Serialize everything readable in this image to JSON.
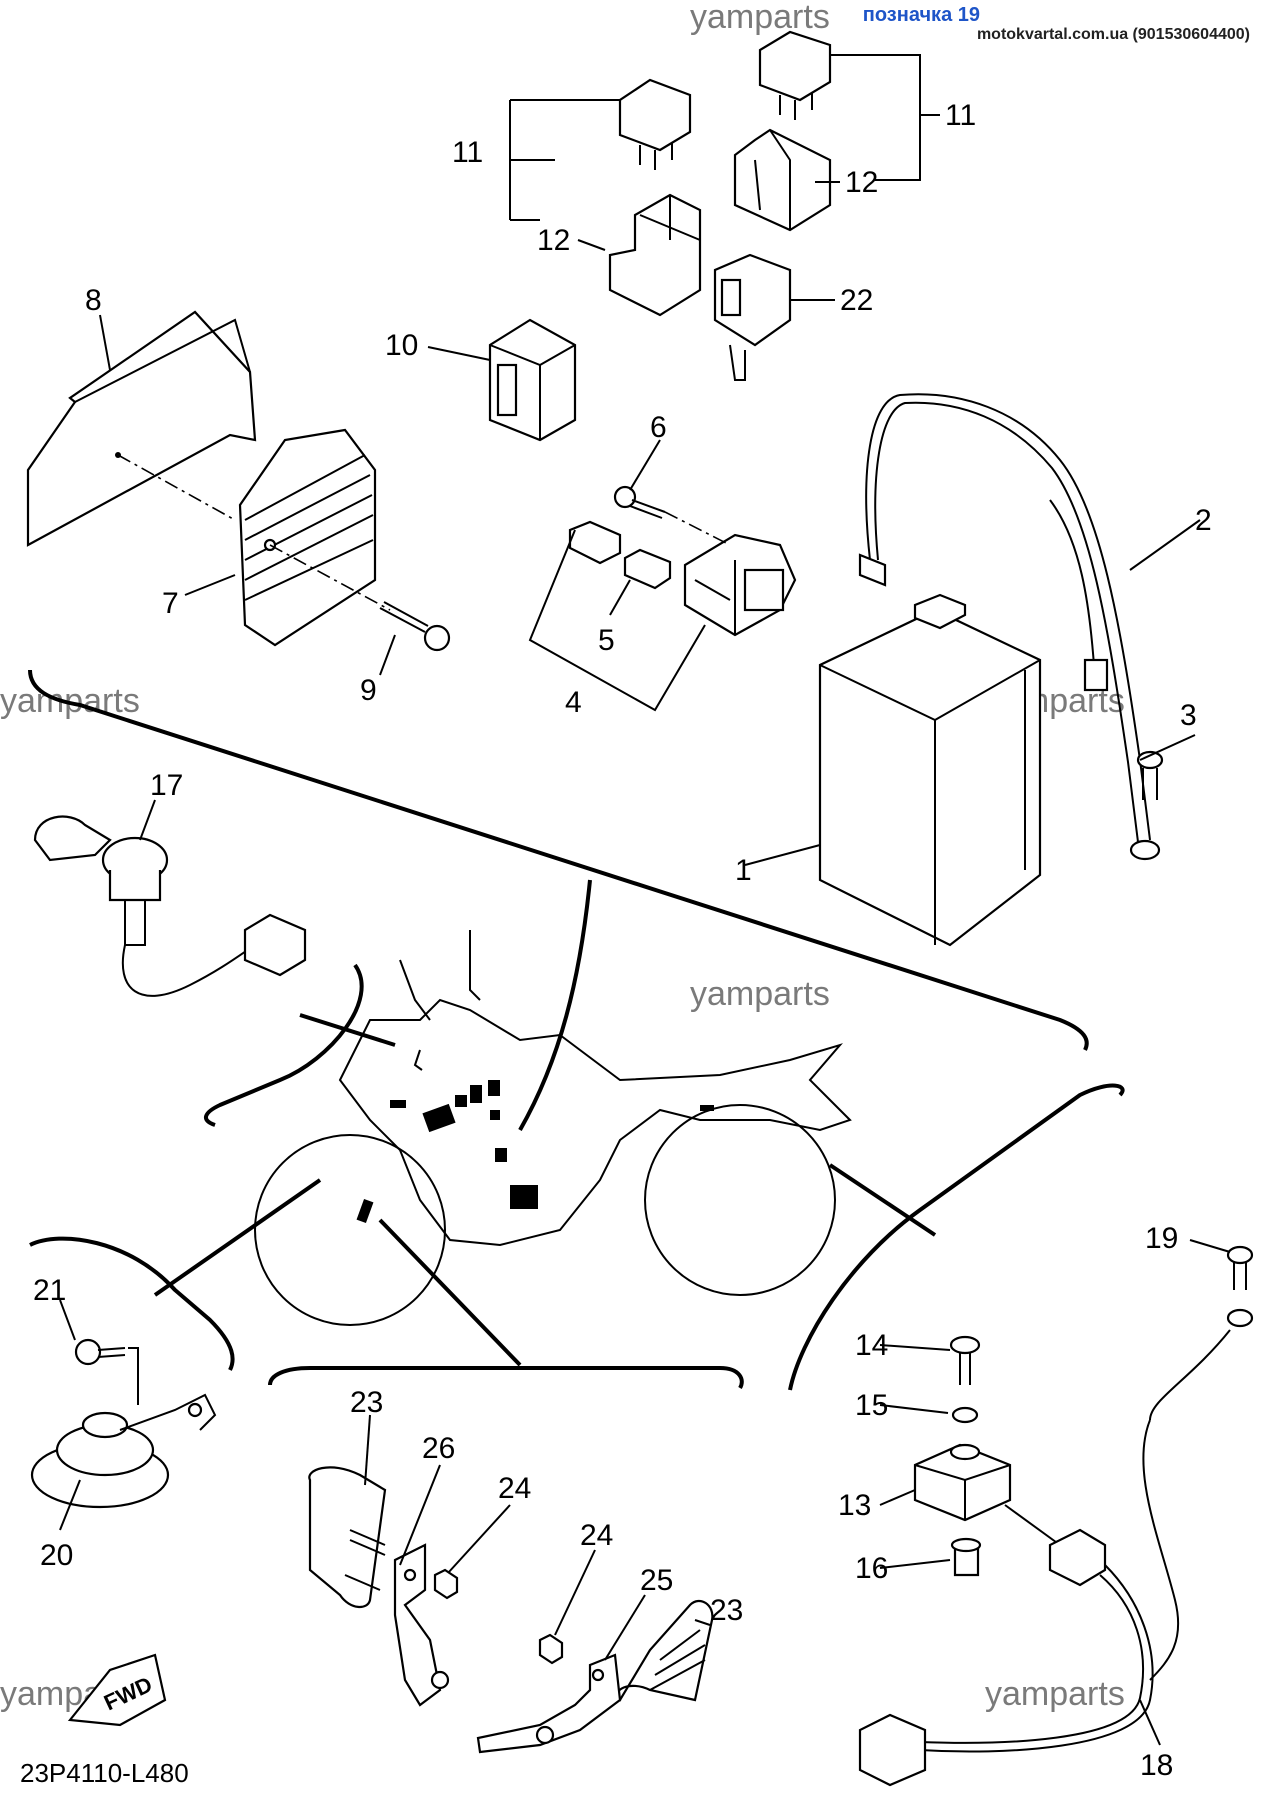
{
  "header": {
    "title": "позначка 19",
    "site": "motokvartal.com.ua (901530604400)"
  },
  "watermark": "yamparts",
  "diagram_code": "23P4110-L480",
  "fwd_label": "FWD",
  "callouts": {
    "c1": "1",
    "c2": "2",
    "c3": "3",
    "c4": "4",
    "c5": "5",
    "c6": "6",
    "c7": "7",
    "c8": "8",
    "c9": "9",
    "c10": "10",
    "c11a": "11",
    "c11b": "11",
    "c12a": "12",
    "c12b": "12",
    "c13": "13",
    "c14": "14",
    "c15": "15",
    "c16": "16",
    "c17": "17",
    "c18": "18",
    "c19": "19",
    "c20": "20",
    "c21": "21",
    "c22": "22",
    "c23a": "23",
    "c23b": "23",
    "c24a": "24",
    "c24b": "24",
    "c25": "25",
    "c26": "26"
  }
}
